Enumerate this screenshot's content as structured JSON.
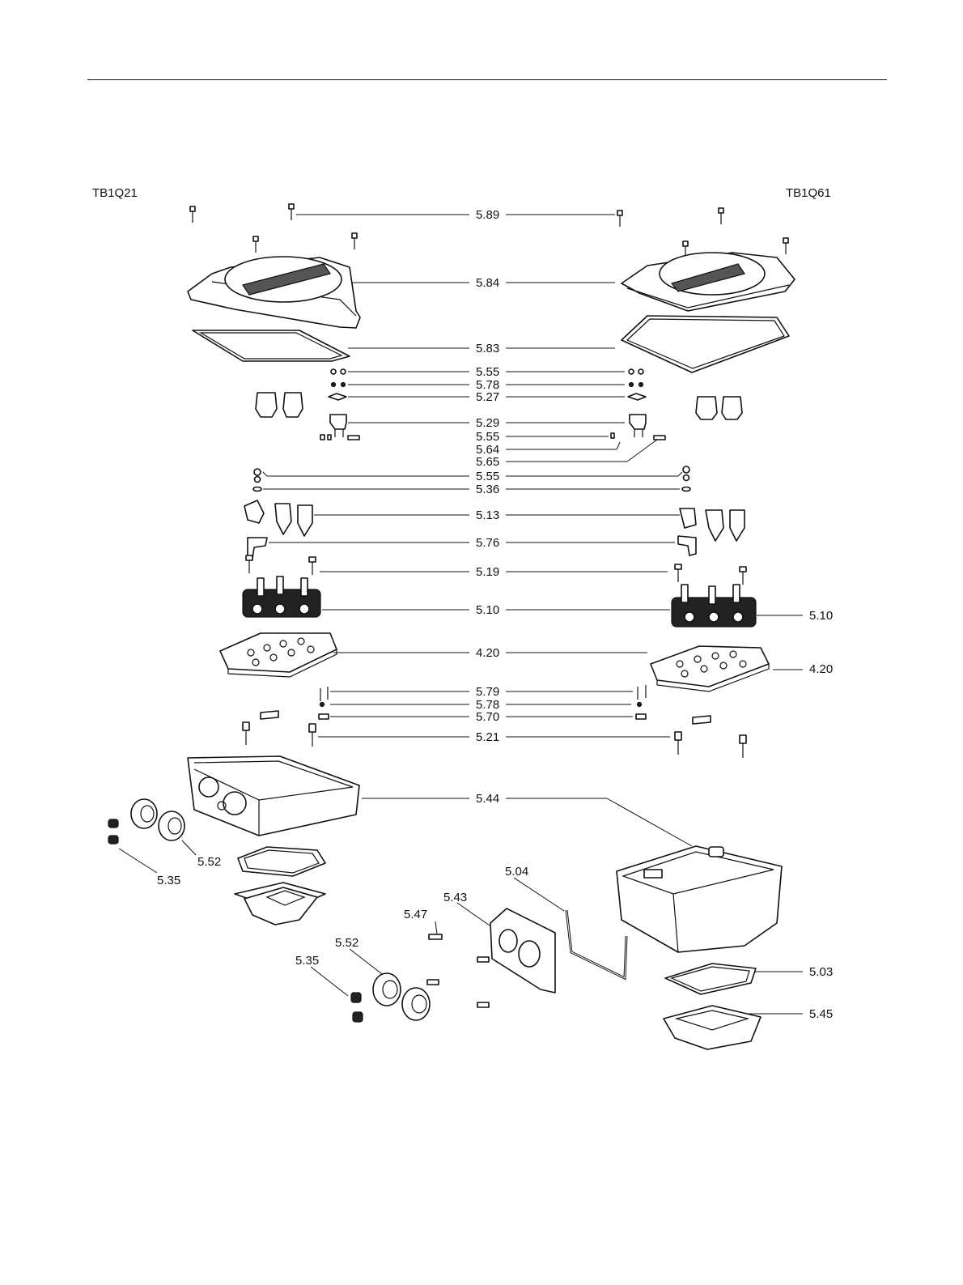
{
  "models": {
    "left": "TB1Q21",
    "right": "TB1Q61"
  },
  "callouts": {
    "c589": "5.89",
    "c584": "5.84",
    "c583": "5.83",
    "c555a": "5.55",
    "c578a": "5.78",
    "c527": "5.27",
    "c529": "5.29",
    "c555b": "5.55",
    "c564": "5.64",
    "c565": "5.65",
    "c555c": "5.55",
    "c536": "5.36",
    "c513": "5.13",
    "c576": "5.76",
    "c519": "5.19",
    "c510": "5.10",
    "c420": "4.20",
    "c579": "5.79",
    "c578b": "5.78",
    "c570": "5.70",
    "c521": "5.21",
    "c544": "5.44",
    "c510r": "5.10",
    "c420r": "4.20",
    "c552a": "5.52",
    "c535a": "5.35",
    "c504": "5.04",
    "c543": "5.43",
    "c547": "5.47",
    "c552b": "5.52",
    "c535b": "5.35",
    "c503": "5.03",
    "c545": "5.45"
  }
}
